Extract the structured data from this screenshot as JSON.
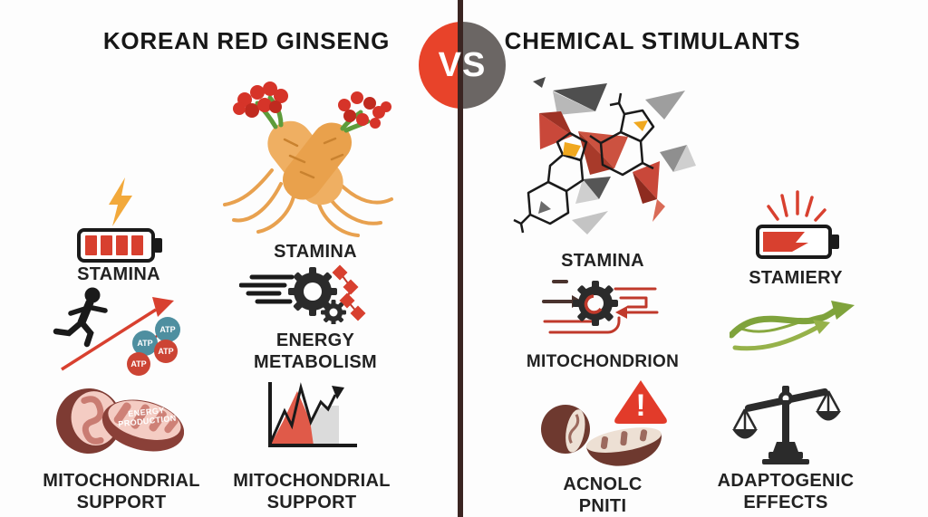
{
  "header": {
    "left_title": "KOREAN RED GINSENG",
    "right_title": "CHEMICAL STIMULANTS",
    "vs_label": "VS"
  },
  "left": {
    "col1": {
      "stamina_label": "STAMINA",
      "mito_support_label": "MITOCHONDRIAL\nSUPPORT",
      "mito_icon_text": "ENERGY\nPRODUCTION",
      "atp_labels": [
        "ATP",
        "ATP",
        "ATP",
        "ATP"
      ]
    },
    "col2": {
      "stamina_label": "STAMINA",
      "energy_metabolism_label": "ENERGY\nMETABOLISM",
      "mito_support_label": "MITOCHONDRIAL\nSUPPORT"
    }
  },
  "right": {
    "col1": {
      "stamina_label": "STAMINA",
      "mitochondrion_label": "MITOCHONDRION",
      "damaged_mito_label": "ACNOLC\nPNITI",
      "warning_mark": "!"
    },
    "col2": {
      "battery_label": "STAMIERY",
      "adaptogenic_label": "ADAPTOGENIC\nEFFECTS"
    }
  },
  "colors": {
    "accent_red": "#d8402f",
    "vs_red": "#e8432a",
    "vs_gray": "#6b6664",
    "divider_brown": "#3b2522",
    "lightning_yellow": "#f2a93b",
    "ginseng_orange": "#efaf62",
    "berry_red": "#d63429",
    "stem_green": "#5e9c3b",
    "mito_maroon": "#7e3b33",
    "mito_pink": "#f4ccc3",
    "atp_teal": "#4e8fa0",
    "swoosh_green": "#7fa33c",
    "scale_black": "#2b2b2b",
    "text_dark": "#1f1f1f"
  },
  "icons": {
    "left": [
      "lightning-bolt-icon",
      "battery-level-icon",
      "runner-icon",
      "rising-arrow-icon",
      "atp-molecule-icon",
      "mitochondria-icon",
      "ginseng-root-icon",
      "speed-gears-icon",
      "growth-chart-icon"
    ],
    "right": [
      "shattered-shapes-icon",
      "molecule-icon",
      "circuit-gear-icon",
      "warning-triangle-icon",
      "damaged-mitochondria-icon",
      "spark-battery-icon",
      "green-swoosh-arrows-icon",
      "balance-scale-icon"
    ]
  }
}
